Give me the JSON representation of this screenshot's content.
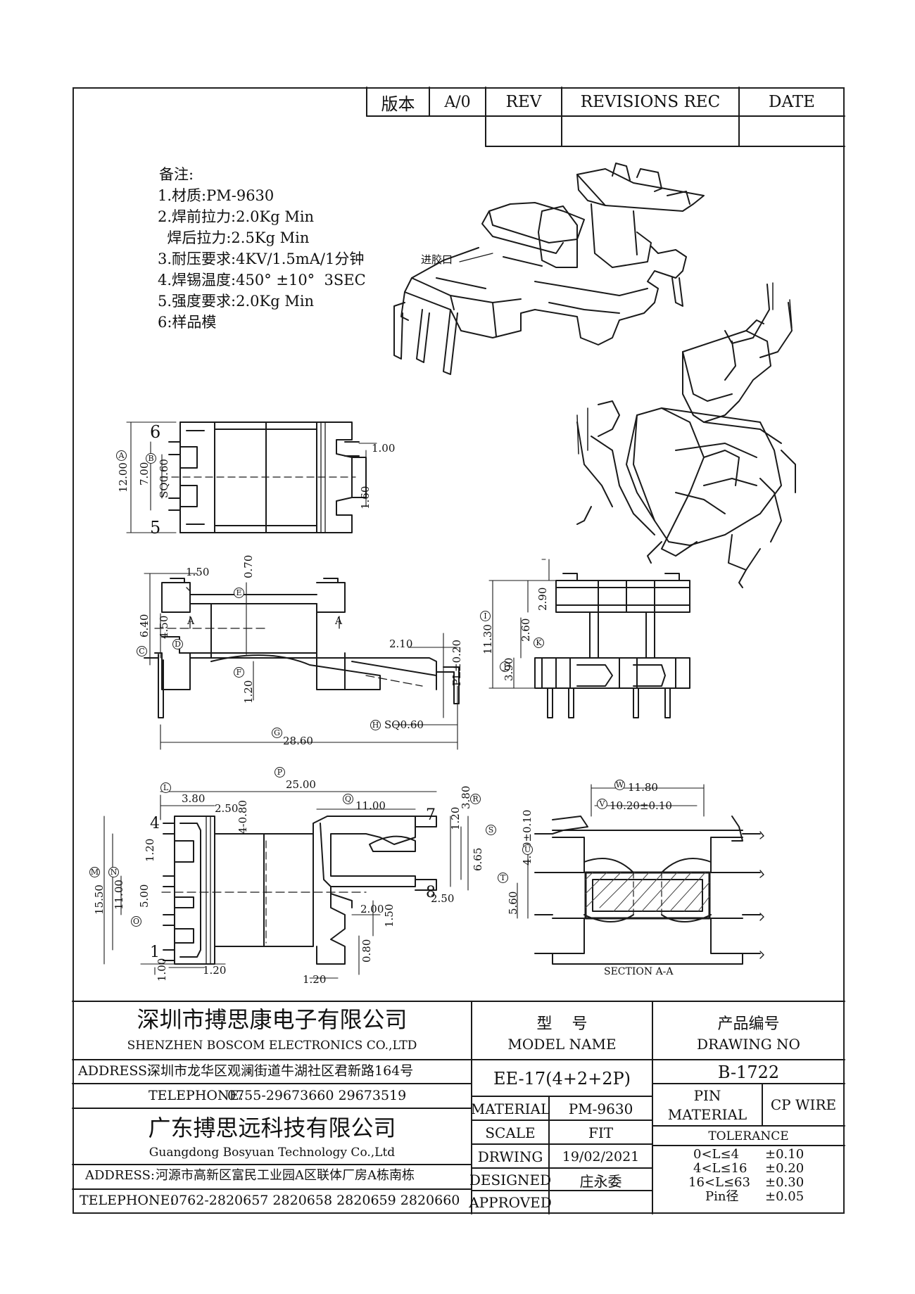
{
  "revision_table": {
    "version_label": "版本",
    "version_value": "A/0",
    "rev_header": "REV",
    "revisions_header": "REVISIONS REC",
    "date_header": "DATE"
  },
  "notes": {
    "heading": "备注:",
    "lines": [
      "1.材质:PM-9630",
      "2.焊前拉力:2.0Kg Min",
      "  焊后拉力:2.5Kg Min",
      "3.耐压要求:4KV/1.5mA/1分钟",
      "4.焊锡温度:450° ±10°  3SEC",
      "5.强度要求:2.0Kg Min",
      "6:样品模"
    ]
  },
  "iso_callout": "进胶口",
  "section_label": "SECTION A-A",
  "view_top": {
    "pins": [
      "6",
      "5"
    ],
    "dims": {
      "A": "12.00",
      "B": "SQ0.60",
      "inner": "7.00",
      "pitch": "1.60",
      "right": "1.00"
    }
  },
  "view_front": {
    "dims": {
      "d150": "1.50",
      "E": "0.70",
      "C": "6.40",
      "d450": "4.50",
      "D": "A",
      "F": "1.20",
      "d210": "2.10",
      "PL": "PL±0.20",
      "G": "28.60",
      "H": "SQ0.60",
      "sec": "A"
    }
  },
  "view_side": {
    "dims": {
      "I": "11.30",
      "d290": "2.90",
      "d260": "2.60",
      "J": "3.90",
      "K": "K"
    }
  },
  "view_bottom": {
    "pins": [
      "4",
      "1",
      "7",
      "8"
    ],
    "dims": {
      "P": "25.00",
      "L": "3.80",
      "d250": "2.50",
      "d080": "4-0.80",
      "Q": "11.00",
      "R": "3.80",
      "S": "6.65",
      "d120a": "1.20",
      "M": "15.50",
      "N": "11.00",
      "O": "5.00",
      "d120b": "1.20",
      "d100": "1.00",
      "d120c": "1.20",
      "d200": "2.00",
      "d150": "1.50",
      "d080b": "0.80",
      "d120d": "1.20",
      "d250b": "2.50"
    }
  },
  "view_section": {
    "dims": {
      "W": "11.80",
      "V": "10.20±0.10",
      "U": "4.40±0.10",
      "T": "5.60"
    }
  },
  "title_block": {
    "company1_cn": "深圳市搏思康电子有限公司",
    "company1_en": "SHENZHEN BOSCOM ELECTRONICS CO.,LTD",
    "address1_label": "ADDRESS:",
    "address1": "深圳市龙华区观澜街道牛湖社区君新路164号",
    "telephone1_label": "TELEPHONE:",
    "telephone1": "0755-29673660 29673519",
    "company2_cn": "广东搏思远科技有限公司",
    "company2_en": "Guangdong Bosyuan Technology Co.,Ltd",
    "address2_label": "ADDRESS:",
    "address2": "河源市高新区富民工业园A区联体厂房A栋南栋",
    "telephone2_label": "TELEPHONE:",
    "telephone2": "0762-2820657 2820658 2820659 2820660",
    "model_cn": "型    号",
    "model_en": "MODEL NAME",
    "drawing_cn": "产品编号",
    "drawing_en": "DRAWING NO",
    "model_value": "EE-17(4+2+2P)",
    "drawing_value": "B-1722",
    "material_label": "MATERIAL",
    "material_value": "PM-9630",
    "pin_material_label_1": "PIN",
    "pin_material_label_2": "MATERIAL",
    "pin_material_value": "CP WIRE",
    "scale_label": "SCALE",
    "scale_value": "FIT",
    "tolerance_label": "TOLERANCE",
    "drwing_label": "DRWING",
    "drwing_value": "19/02/2021",
    "designed_label": "DESIGNED",
    "designed_value": "庄永委",
    "approved_label": "APPROVED",
    "tolerances": [
      {
        "range": "0<L≤4",
        "value": "±0.10"
      },
      {
        "range": "4<L≤16",
        "value": "±0.20"
      },
      {
        "range": "16<L≤63",
        "value": "±0.30"
      },
      {
        "range": "Pin径",
        "value": "±0.05"
      }
    ]
  }
}
